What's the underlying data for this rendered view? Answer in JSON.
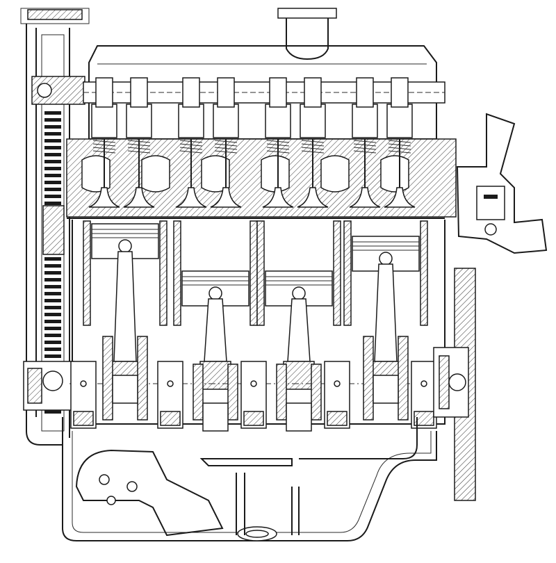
{
  "figure": {
    "kind": "engine cross-section technical drawing",
    "line_color": "#1a1a1a",
    "background": "#ffffff",
    "cylinders": 4,
    "camshaft_lobes": 8,
    "valves": 8,
    "crank_throws": 4
  }
}
